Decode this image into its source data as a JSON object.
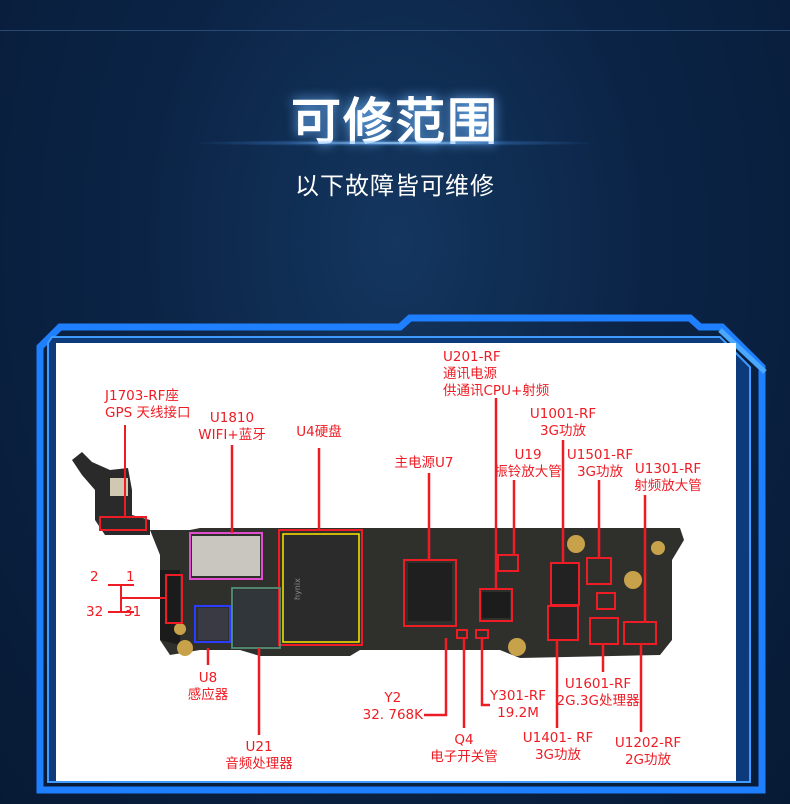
{
  "header": {
    "title": "可修范围",
    "subtitle": "以下故障皆可维修"
  },
  "labels": {
    "j1703": [
      "J1703-RF座",
      "GPS 天线接口"
    ],
    "u1810": [
      "U1810",
      "WIFI+蓝牙"
    ],
    "u4": [
      "U4硬盘"
    ],
    "u7": [
      "主电源U7"
    ],
    "u201": [
      "U201-RF",
      "通讯电源",
      "供通讯CPU+射频"
    ],
    "u1001": [
      "U1001-RF",
      "3G功放"
    ],
    "u19": [
      "U19",
      "振铃放大管"
    ],
    "u1501": [
      "U1501-RF",
      "3G功放"
    ],
    "u1301": [
      "U1301-RF",
      "射频放大管"
    ],
    "pins": {
      "p2": "2",
      "p1": "1",
      "p32": "32",
      "p31": "31"
    },
    "u8": [
      "U8",
      "感应器"
    ],
    "u21": [
      "U21",
      "音频处理器"
    ],
    "y2": [
      "Y2",
      "32. 768K"
    ],
    "q4": [
      "Q4",
      "电子开关管"
    ],
    "y301": [
      "Y301-RF",
      "19.2M"
    ],
    "u1401": [
      "U1401- RF",
      "3G功放"
    ],
    "u1601": [
      "U1601-RF",
      "2G.3G处理器"
    ],
    "u1202": [
      "U1202-RF",
      "2G功放"
    ]
  },
  "colors": {
    "label": "#ee1c24",
    "frame": "#1e7fff",
    "background": "#0b2446"
  }
}
